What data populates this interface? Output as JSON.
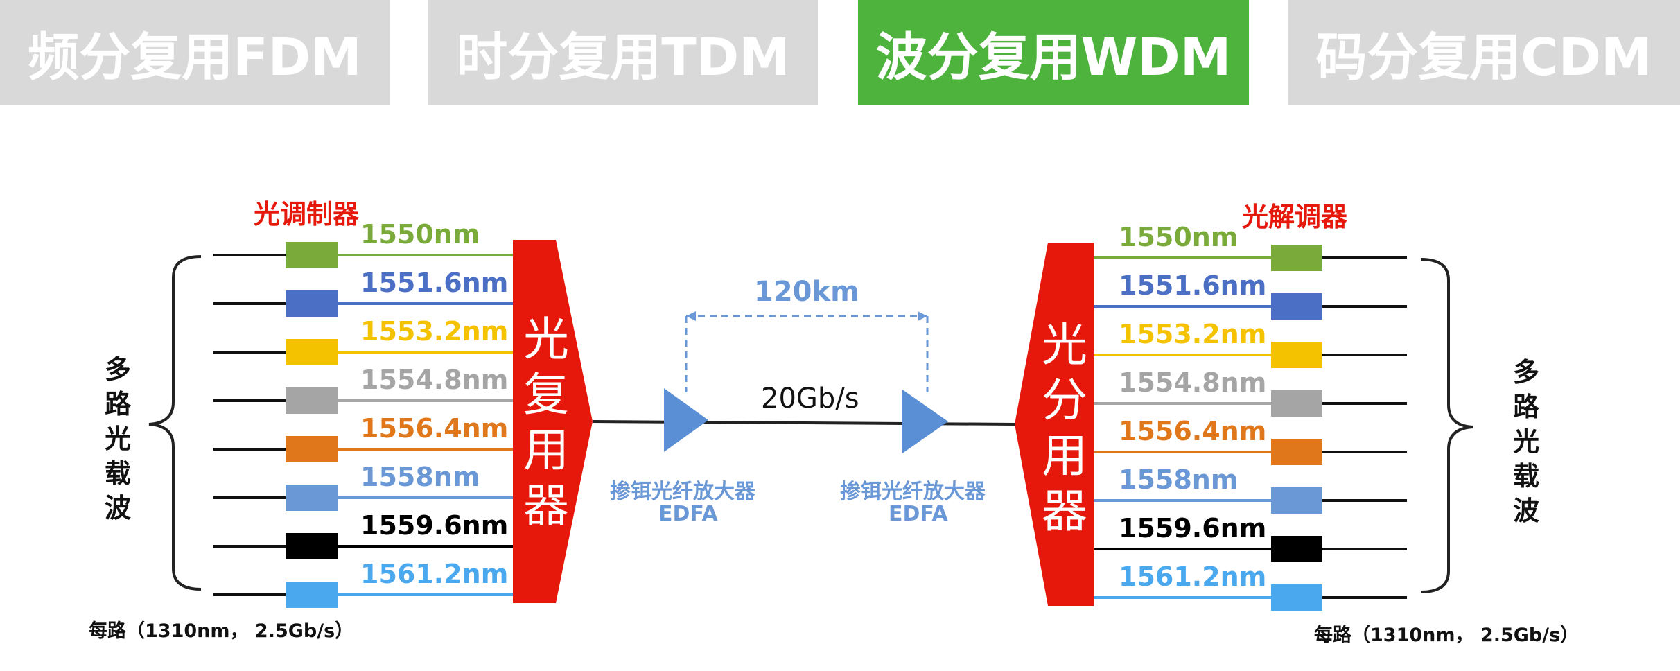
{
  "tabs": [
    {
      "label": "频分复用FDM",
      "active": false
    },
    {
      "label": "时分复用TDM",
      "active": false
    },
    {
      "label": "波分复用WDM",
      "active": true
    },
    {
      "label": "码分复用CDM",
      "active": false
    }
  ],
  "colors": {
    "tab_inactive": "#d9d9d9",
    "tab_active": "#4db33d",
    "mux": "#e5180b",
    "amp": "#5b8fd5",
    "red_label": "#e5180b"
  },
  "left": {
    "modulator_label": "光调制器",
    "side_label": "多路光载波",
    "per_channel": "每路（1310nm， 2.5Gb/s）"
  },
  "right": {
    "demodulator_label": "光解调器",
    "side_label": "多路光载波",
    "per_channel": "每路（1310nm， 2.5Gb/s）"
  },
  "mux_label": "光复用器",
  "demux_label": "光分用器",
  "channels": [
    {
      "label": "1550nm",
      "color": "#7aab3a"
    },
    {
      "label": "1551.6nm",
      "color": "#4a6fc4"
    },
    {
      "label": "1553.2nm",
      "color": "#f5c200"
    },
    {
      "label": "1554.8nm",
      "color": "#a5a5a5"
    },
    {
      "label": "1556.4nm",
      "color": "#e0771a"
    },
    {
      "label": "1558nm",
      "color": "#6a98d6"
    },
    {
      "label": "1559.6nm",
      "color": "#000000"
    },
    {
      "label": "1561.2nm",
      "color": "#4aa9ee"
    }
  ],
  "link": {
    "distance": "120km",
    "rate": "20Gb/s",
    "amp1_name": "掺铒光纤放大器",
    "amp1_code": "EDFA",
    "amp2_name": "掺铒光纤放大器",
    "amp2_code": "EDFA"
  }
}
